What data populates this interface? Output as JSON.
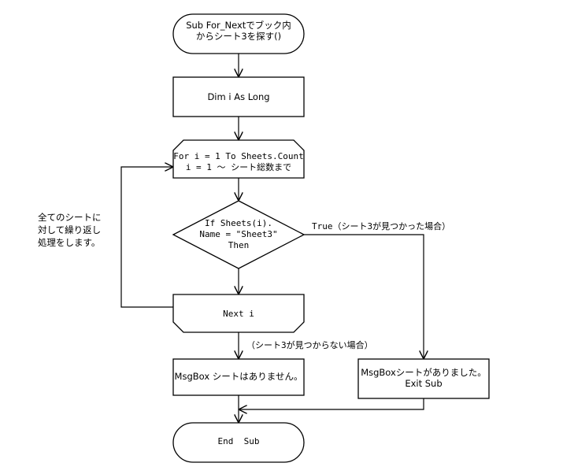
{
  "nodes": {
    "start": {
      "line1": "Sub For_Nextでブック内",
      "line2": "からシート3を探す()"
    },
    "dim": {
      "text": "Dim i As Long"
    },
    "for_loop": {
      "line1": "For i = 1 To Sheets.Count",
      "line2": "i = 1 ～ シート総数まで"
    },
    "decision": {
      "line1": "If Sheets(i).",
      "line2": "Name = \"Sheet3\"",
      "line3": "Then"
    },
    "next": {
      "text": "Next i"
    },
    "msg_not_found": {
      "text": "MsgBox シートはありません。"
    },
    "msg_found": {
      "line1": "MsgBoxシートがありました。",
      "line2": "Exit Sub"
    },
    "end": {
      "text": "End  Sub"
    }
  },
  "labels": {
    "true_branch": "True（シート3が見つかった場合）",
    "false_branch": "（シート3が見つからない場合）",
    "loop_note": {
      "line1": "全てのシートに",
      "line2": "対して繰り返し",
      "line3": "処理をします。"
    }
  }
}
